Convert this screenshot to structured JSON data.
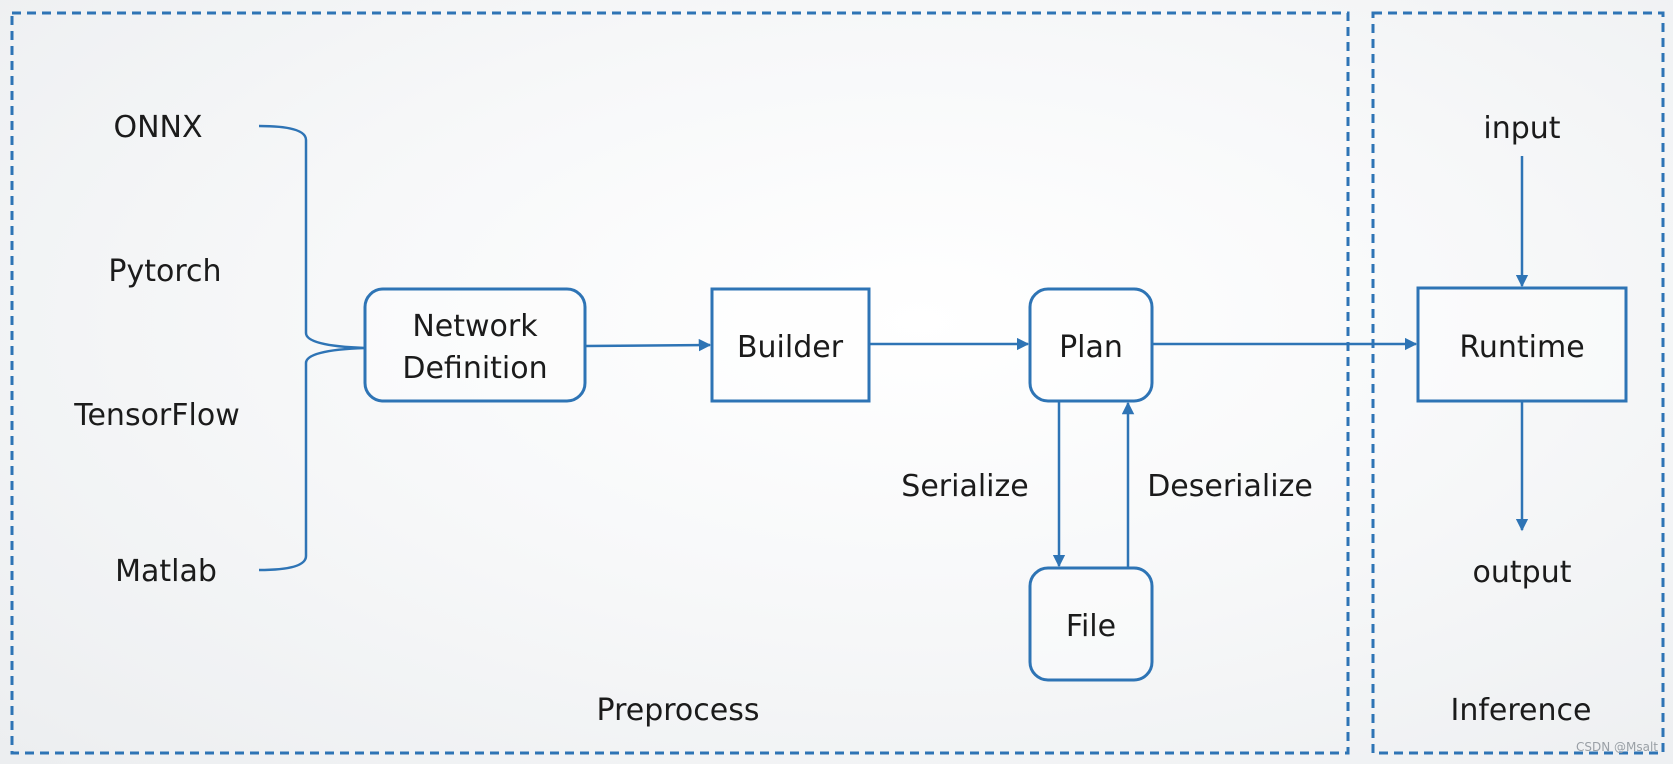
{
  "regions": {
    "preprocess": "Preprocess",
    "inference": "Inference"
  },
  "frameworks": [
    "ONNX",
    "Pytorch",
    "TensorFlow",
    "Matlab"
  ],
  "nodes": {
    "network_definition": [
      "Network",
      "Definition"
    ],
    "builder": "Builder",
    "plan": "Plan",
    "file": "File",
    "runtime": "Runtime"
  },
  "edge_labels": {
    "serialize": "Serialize",
    "deserialize": "Deserialize"
  },
  "io": {
    "input": "input",
    "output": "output"
  },
  "watermark": "CSDN @Msalt",
  "colors": {
    "accent": "#2e74b5",
    "text": "#1b1b1b"
  }
}
